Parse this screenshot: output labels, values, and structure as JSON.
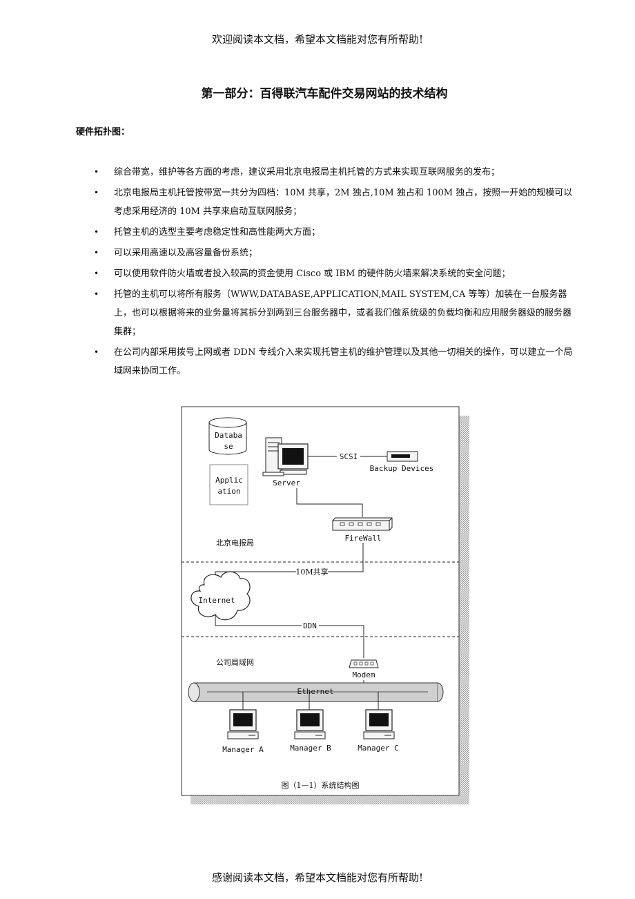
{
  "header_text": "欢迎阅读本文档，希望本文档能对您有所帮助!",
  "footer_text": "感谢阅读本文档，希望本文档能对您有所帮助!",
  "title": "第一部分：百得联汽车配件交易网站的技术结构",
  "subheading": "硬件拓扑图：",
  "bullets": [
    "综合带宽，维护等各方面的考虑，建议采用北京电报局主机托管的方式来实现互联网服务的发布；",
    "北京电报局主机托管按带宽一共分为四档：10M 共享，2M 独占,10M 独占和 100M 独占，按照一开始的规模可以考虑采用经济的 10M 共享来启动互联网服务；",
    "托管主机的选型主要考虑稳定性和高性能两大方面；",
    "可以采用高速以及高容量备份系统；",
    "可以使用软件防火墙或者投入较高的资金使用 Cisco 或 IBM 的硬件防火墙来解决系统的安全问题；",
    "托管的主机可以将所有服务（WWW,DATABASE,APPLICATION,MAIL SYSTEM,CA  等等）加装在一台服务器上，也可以根据将来的业务量将其拆分到两到三台服务器中，或者我们做系统级的负载均衡和应用服务器级的服务器集群；",
    "在公司内部采用拨号上网或者 DDN 专线介入来实现托管主机的维护管理以及其他一切相关的操作，可以建立一个局域网来协同工作。"
  ],
  "diagram": {
    "database_line1": "Databa",
    "database_line2": "se",
    "application_line1": "Applic",
    "application_line2": "ation",
    "server": "Server",
    "scsi": "SCSI",
    "backup": "Backup Devices",
    "firewall": "FireWall",
    "zone_beijing": "北京电报局",
    "link_10m": "10M共享",
    "internet": "Internet",
    "link_ddn": "DDN",
    "zone_company": "公司局域网",
    "modem": "Modem",
    "ethernet": "Ethernet",
    "manager_a": "Manager A",
    "manager_b": "Manager B",
    "manager_c": "Manager C",
    "caption": "图（1—1）系统结构图"
  }
}
